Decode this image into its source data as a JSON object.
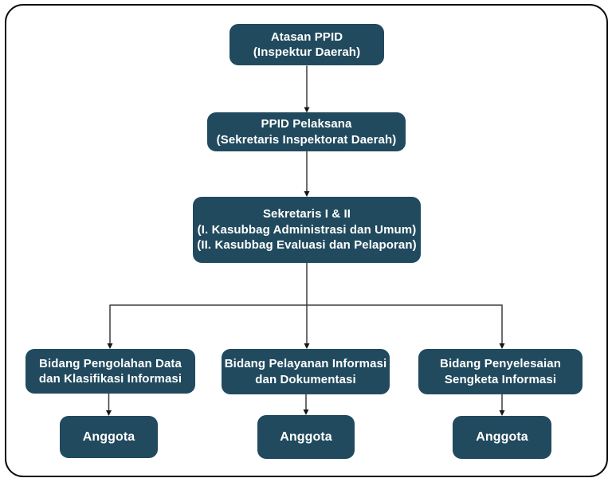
{
  "colors": {
    "background": "#ffffff",
    "frame_border": "#0d0d0d",
    "node_bg": "#214a5e",
    "node_text": "#ffffff",
    "connector": "#3d3d3d",
    "arrowhead": "#161616"
  },
  "nodes": {
    "atasan": {
      "lines": [
        "Atasan PPID",
        "(Inspektur Daerah)"
      ]
    },
    "pelaksana": {
      "lines": [
        "PPID Pelaksana",
        "(Sekretaris Inspektorat Daerah)"
      ]
    },
    "sekretaris": {
      "lines": [
        "Sekretaris I & II",
        "(I. Kasubbag Administrasi dan Umum)",
        "(II. Kasubbag Evaluasi dan Pelaporan)"
      ]
    },
    "bidang_pengolahan": {
      "lines": [
        "Bidang Pengolahan Data",
        "dan Klasifikasi Informasi"
      ]
    },
    "bidang_pelayanan": {
      "lines": [
        "Bidang Pelayanan Informasi",
        "dan Dokumentasi"
      ]
    },
    "bidang_penyelesaian": {
      "lines": [
        "Bidang Penyelesaian",
        "Sengketa Informasi"
      ]
    },
    "anggota_1": {
      "label": "Anggota"
    },
    "anggota_2": {
      "label": "Anggota"
    },
    "anggota_3": {
      "label": "Anggota"
    }
  }
}
